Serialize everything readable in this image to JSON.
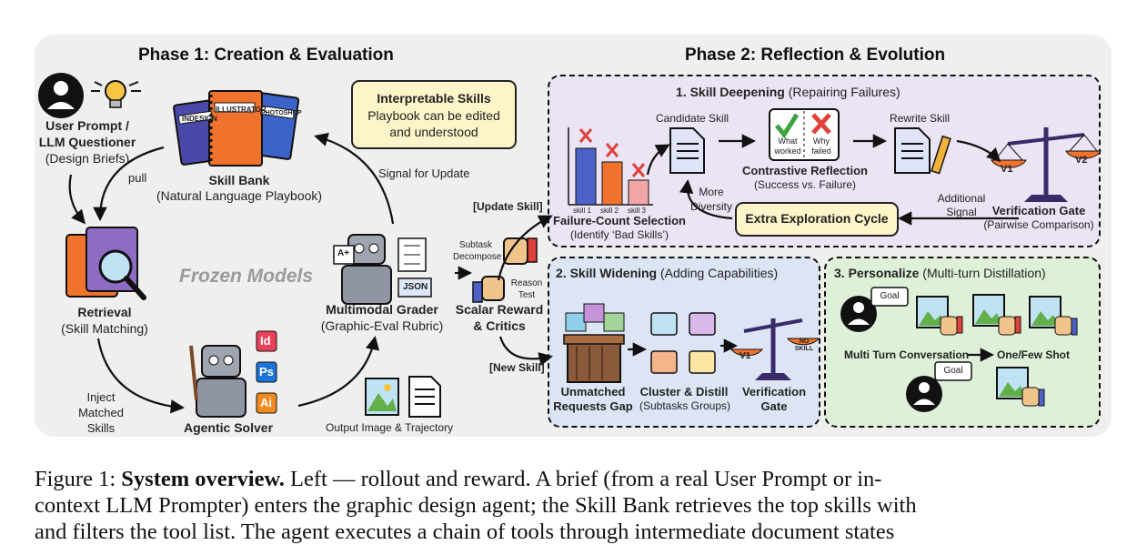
{
  "phase1": {
    "title": "Phase 1: Creation & Evaluation",
    "user_prompt": [
      "User Prompt /",
      "LLM Questioner",
      "(Design Briefs)"
    ],
    "skill_bank": {
      "title": "Skill Bank",
      "subtitle": "(Natural Language Playbook)"
    },
    "book_labels": [
      "INDESIGN",
      "ILLUSTRATOR",
      "PHOTOSHOP"
    ],
    "interpretable": {
      "title": "Interpretable Skills",
      "line1": "Playbook can be edited",
      "line2": "and understood"
    },
    "pull": "pull",
    "signal_update": "Signal for Update",
    "retrieval": {
      "title": "Retrieval",
      "subtitle": "(Skill Matching)"
    },
    "frozen": "Frozen Models",
    "grader": {
      "title": "Multimodal Grader",
      "subtitle": "(Graphic-Eval Rubric)",
      "grade": "A+",
      "json": "JSON"
    },
    "inject": [
      "Inject",
      "Matched",
      "Skills"
    ],
    "solver": {
      "title": "Agentic Solver",
      "apps": [
        "Id",
        "Ps",
        "Ai"
      ]
    },
    "output": "Output Image & Trajectory",
    "subtask": [
      "Subtask",
      "Decompose"
    ],
    "reason": [
      "Reason",
      "Test"
    ],
    "scalar": [
      "Scalar Reward",
      "& Critics"
    ],
    "update_skill": "[Update Skill]",
    "new_skill": "[New Skill]"
  },
  "phase2": {
    "title": "Phase 2: Reflection & Evolution",
    "deepening": {
      "title_bold": "1. Skill Deepening",
      "title_rest": " (Repairing Failures)",
      "bars": [
        "skill 1",
        "skill 2",
        "skill 3"
      ],
      "bar_values": [
        5,
        3.3,
        1.6
      ],
      "failure": {
        "title": "Failure-Count Selection",
        "subtitle": "(Identify ‘Bad Skills’)"
      },
      "candidate": "Candidate Skill",
      "what_worked": [
        "What",
        "worked"
      ],
      "why_failed": [
        "Why",
        "failed"
      ],
      "contrastive": {
        "title": "Contrastive Reflection",
        "subtitle": "(Success vs. Failure)"
      },
      "rewrite": "Rewrite Skill",
      "verification": {
        "title": "Verification Gate",
        "subtitle": "(Pairwise Comparison)",
        "v1": "V1",
        "v2": "V2"
      },
      "more_diversity": [
        "More",
        "Diversity"
      ],
      "extra": "Extra Exploration Cycle",
      "additional": [
        "Additional",
        "Signal"
      ]
    },
    "widening": {
      "title_bold": "2. Skill Widening",
      "title_rest": " (Adding Capabilities)",
      "unmatched": [
        "Unmatched",
        "Requests Gap"
      ],
      "cluster": {
        "title": "Cluster & Distill",
        "subtitle": "(Subtasks Groups)"
      },
      "verification": [
        "Verification",
        "Gate"
      ],
      "v1": "V1",
      "no_skill": [
        "NO",
        "SKILL"
      ]
    },
    "personalize": {
      "title_bold": "3. Personalize",
      "title_rest": " (Multi-turn Distillation)",
      "goal": "Goal",
      "multi_turn": "Multi Turn Conversation",
      "one_few": "One/Few Shot"
    }
  },
  "caption": {
    "fig": "Figure 1:",
    "bold": "System overview.",
    "line1_rest": " Left — rollout and reward. A brief (from a real User Prompt or in-",
    "line2": "context LLM Prompter) enters the graphic design agent; the Skill Bank retrieves the top skills with",
    "line3": "and filters the tool list. The agent executes a chain of tools through intermediate document states"
  },
  "colors": {
    "frame": "#efefee",
    "deepening": "#ebe4f4",
    "widening": "#dde5f5",
    "personalize": "#dff0d8",
    "note": "#fdf5c9",
    "red": "#e0413a",
    "blue": "#4d62c8",
    "orange": "#f0732d",
    "purple": "#5a3b8a"
  }
}
